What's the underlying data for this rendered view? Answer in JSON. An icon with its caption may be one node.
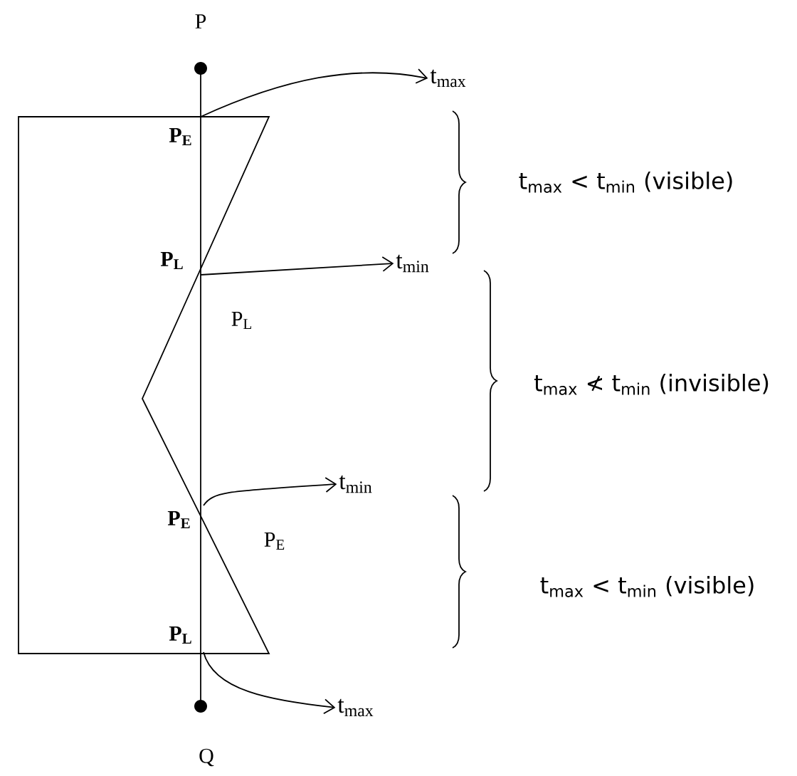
{
  "diagram": {
    "nodes": [
      {
        "text": [
          "t$_{max}$"
        ]
      },
      {
        "text": [
          "t$_{min}$"
        ]
      },
      {
        "text": [
          "t$_{min}$"
        ]
      },
      {
        "text": [
          "t$_{max}$"
        ]
      }
    ],
    "edges": [
      {
        "from": null,
        "to": 0,
        "arrow": "to"
      },
      {
        "from": null,
        "to": 1,
        "arrow": "to"
      },
      {
        "from": null,
        "to": 2,
        "arrow": "to"
      },
      {
        "from": null,
        "to": 3,
        "arrow": "to"
      }
    ],
    "labels": [
      "P",
      "P$_{E}$",
      "t$_{max}$ < t$_{min}$ (visible)",
      "P$_{L}$",
      "P$_{L}$",
      "t$_{max}$ ≮ t$_{min}$ (invisible)",
      "P$_{E}$",
      "P$_{E}$",
      "t$_{max}$ < t$_{min}$ (visible)",
      "P$_{L}$",
      "Q"
    ]
  }
}
